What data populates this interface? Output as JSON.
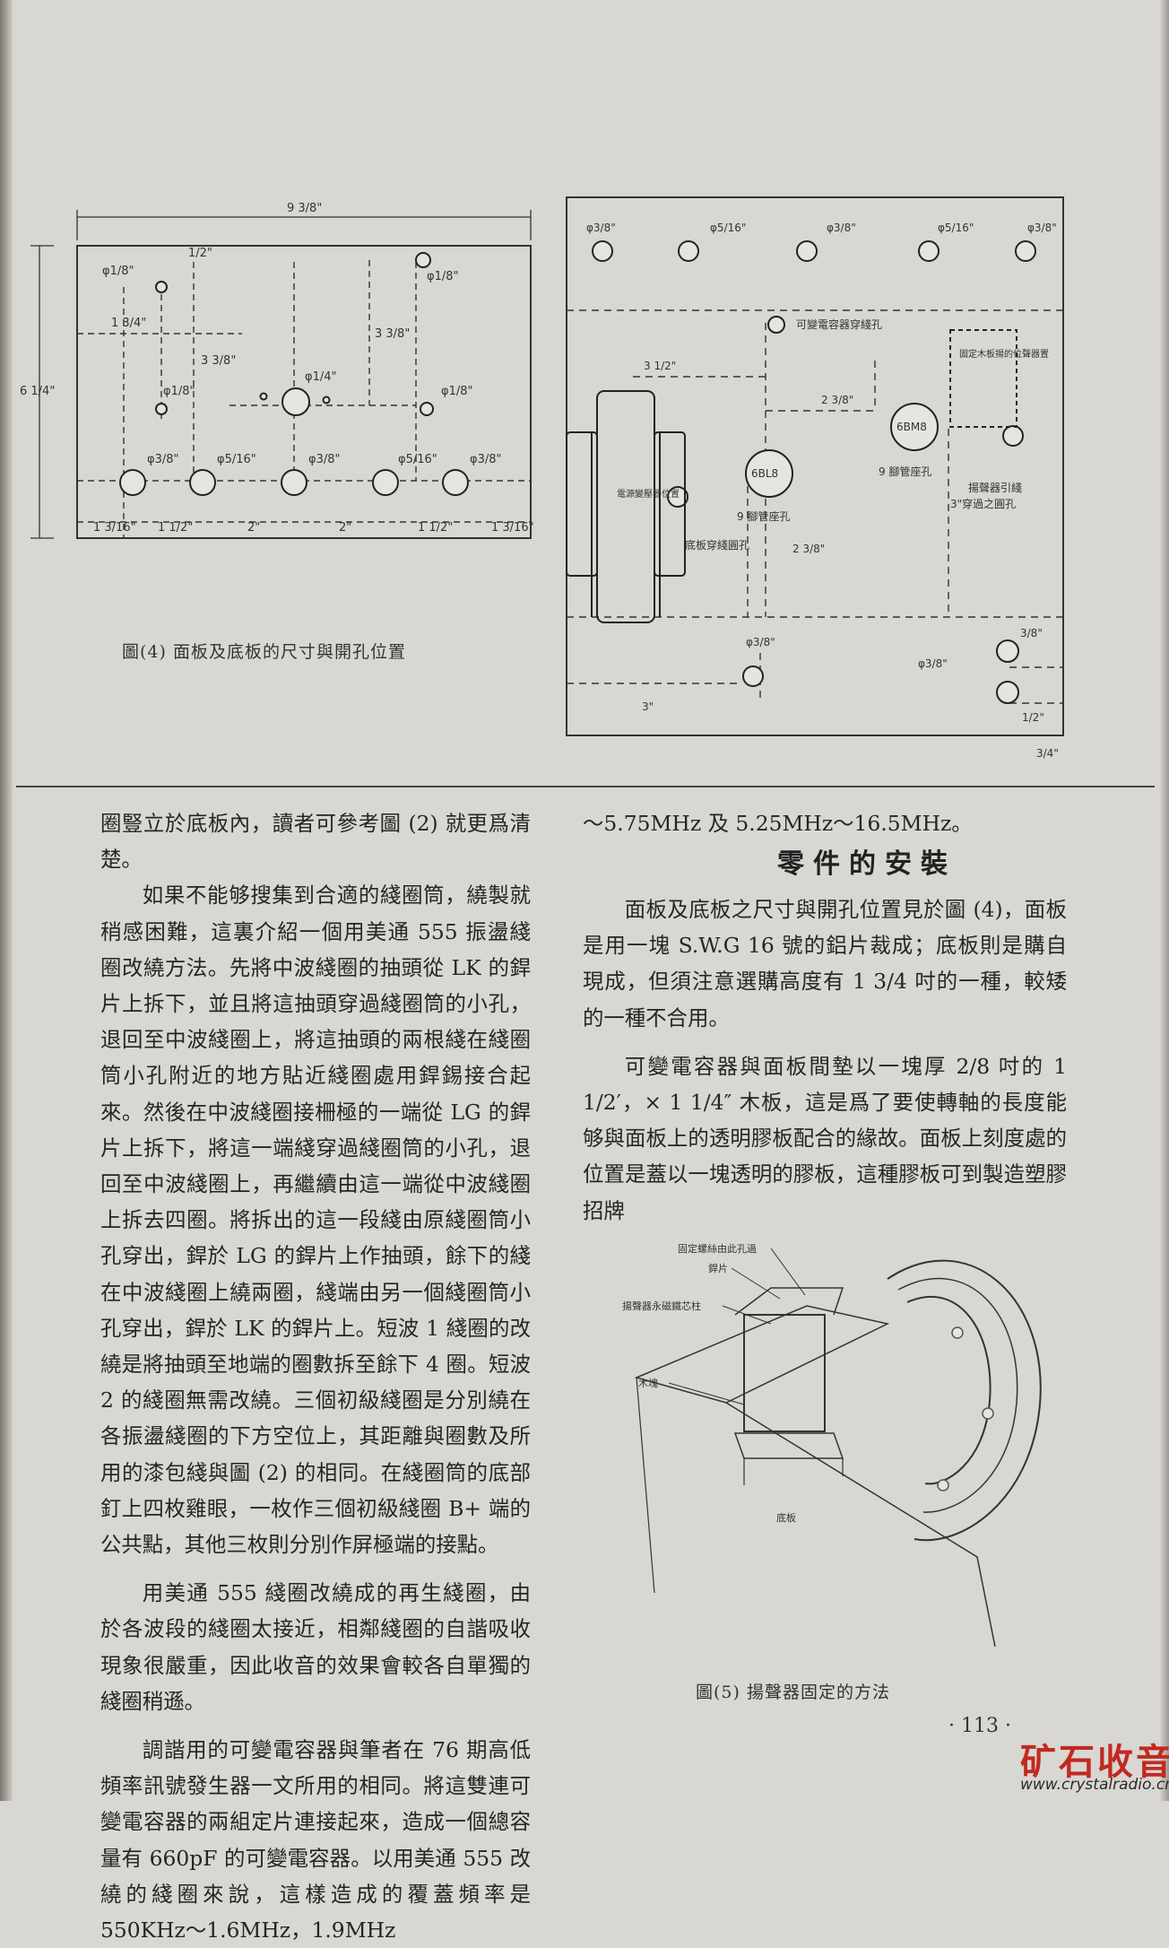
{
  "figure4": {
    "caption": "圖(4)  面板及底板的尺寸與開孔位置",
    "dim_labels": {
      "width": "9 3/8\"",
      "height": "6 1/4\"",
      "offset_a": "1 3/4\"",
      "drop_left": "3 3/8\"",
      "drop_right": "3 3/8\"",
      "offset_top_right": "1/2\"",
      "bottom_1": "1 3/16\"",
      "bottom_2": "1 1/2\"",
      "bottom_3": "2\"",
      "bottom_4": "2\"",
      "bottom_5": "1 1/2\"",
      "bottom_6": "1 3/16\""
    },
    "hole_labels": [
      "φ1/8\"",
      "φ1/8\"",
      "φ1/4\"",
      "φ1/8\"",
      "φ1/8\"",
      "φ3/8\"",
      "φ5/16\"",
      "φ3/8\"",
      "φ5/16\"",
      "φ3/8\""
    ]
  },
  "chassis": {
    "top_holes": [
      "φ3/8\"",
      "φ5/16\"",
      "φ3/8\"",
      "φ5/16\"",
      "φ3/8\""
    ],
    "labels": {
      "capacitor_hole": "可變電容器穿綫孔",
      "wood_block": "固定木板揚的位聲器置",
      "transformer": "電源變壓器位置",
      "tube_6BL8": "6BL8",
      "tube_6BM8": "6BM8",
      "socket_left": "9 腳管座孔",
      "socket_right": "9 腳管座孔",
      "speaker_wire": "揚聲器引綫",
      "speaker_wire_2": "3\"穿過之圓孔",
      "base_wire": "底板穿綫圓孔",
      "dim_3_1_2": "3 1/2\"",
      "dim_2_3_8": "2 3/8\"",
      "dim_2_3_8_b": "2 3/8\"",
      "dim_3": "3\"",
      "hole_bottom_left": "φ3/8\"",
      "hole_bottom_right": "φ3/8\"",
      "dim_3_8": "3/8\"",
      "dim_1_2": "1/2\"",
      "dim_3_4": "3/4\""
    }
  },
  "text": {
    "left": [
      "圈豎立於底板內，讀者可參考圖 (2) 就更爲清楚。",
      "如果不能够搜集到合適的綫圈筒，繞製就稍感困難，這裏介紹一個用美通 555 振盪綫圈改繞方法。先將中波綫圈的抽頭從 LK 的銲片上拆下，並且將這抽頭穿過綫圈筒的小孔，退回至中波綫圈上，將這抽頭的兩根綫在綫圈筒小孔附近的地方貼近綫圈處用銲錫接合起來。然後在中波綫圈接柵極的一端從 LG 的銲片上拆下，將這一端綫穿過綫圈筒的小孔，退回至中波綫圈上，再繼續由這一端從中波綫圈上拆去四圈。將拆出的這一段綫由原綫圈筒小孔穿出，銲於 LG 的銲片上作抽頭，餘下的綫在中波綫圈上繞兩圈，綫端由另一個綫圈筒小孔穿出，銲於 LK 的銲片上。短波 1 綫圈的改繞是將抽頭至地端的圈數拆至餘下 4 圈。短波 2 的綫圈無需改繞。三個初級綫圈是分別繞在各振盪綫圈的下方空位上，其距離與圈數及所用的漆包綫與圖 (2) 的相同。在綫圈筒的底部釘上四枚雞眼，一枚作三個初級綫圈 B+ 端的公共點，其他三枚則分別作屏極端的接點。",
      "用美通 555 綫圈改繞成的再生綫圈，由於各波段的綫圈太接近，相鄰綫圈的自諧吸收現象很嚴重，因此收音的效果會較各自單獨的綫圈稍遜。",
      "調諧用的可變電容器與筆者在 76 期高低頻率訊號發生器一文所用的相同。將這雙連可變電容器的兩組定片連接起來，造成一個總容量有 660pF 的可變電容器。以用美通 555 改繞的綫圈來說，這樣造成的覆蓋頻率是 550KHz～1.6MHz，1.9MHz"
    ],
    "right_top": "～5.75MHz 及 5.25MHz～16.5MHz。",
    "section_title": "零件的安裝",
    "right": [
      "面板及底板之尺寸與開孔位置見於圖 (4)，面板是用一塊 S.W.G 16 號的鋁片裁成；底板則是購自現成，但須注意選購高度有 1 3/4 吋的一種，較矮的一種不合用。",
      "可變電容器與面板間墊以一塊厚 2/8 吋的 1 1/2′，× 1 1/4″ 木板，這是爲了要使轉軸的長度能够與面板上的透明膠板配合的緣故。面板上刻度處的位置是蓋以一塊透明的膠板，這種膠板可到製造塑膠招牌"
    ]
  },
  "figure5": {
    "caption": "圖(5)  揚聲器固定的方法",
    "labels": {
      "screw": "固定螺絲由此孔過",
      "tab": "銲片",
      "magnet": "揚聲器永磁鐵芯柱",
      "wood": "木塊",
      "base": "底板"
    }
  },
  "footer": {
    "page_number": "· 113 ·",
    "brand": "矿石收音机",
    "site": "www.crystalradio.cn"
  }
}
